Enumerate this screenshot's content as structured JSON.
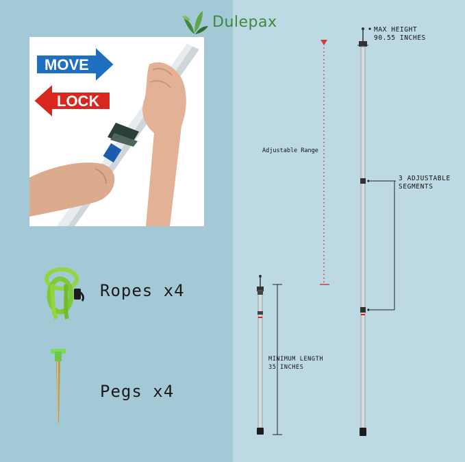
{
  "brand": {
    "name": "Dulepax"
  },
  "photo": {
    "move_label": "MOVE",
    "lock_label": "LOCK"
  },
  "accessories": [
    {
      "label": "Ropes x4",
      "icon": "rope-coil-icon"
    },
    {
      "label": "Pegs x4",
      "icon": "tent-peg-icon"
    }
  ],
  "specs": {
    "max_height_line1": "MAX HEIGHT",
    "max_height_line2": "90.55 INCHES",
    "adjustable_range": "Adjustable Range",
    "segments_line1": "3 ADJUSTABLE",
    "segments_line2": "SEGMENTS",
    "min_length_line1": "MINIMUM LENGTH",
    "min_length_line2": "35 INCHES"
  },
  "colors": {
    "left_bg": "#a3c9d6",
    "right_bg": "#bdd9e3",
    "brand_green": "#3e8a3a",
    "move_blue": "#1f6fc0",
    "lock_red": "#d7271f",
    "rope_green": "#8fd640",
    "range_red": "#d43a3a"
  }
}
